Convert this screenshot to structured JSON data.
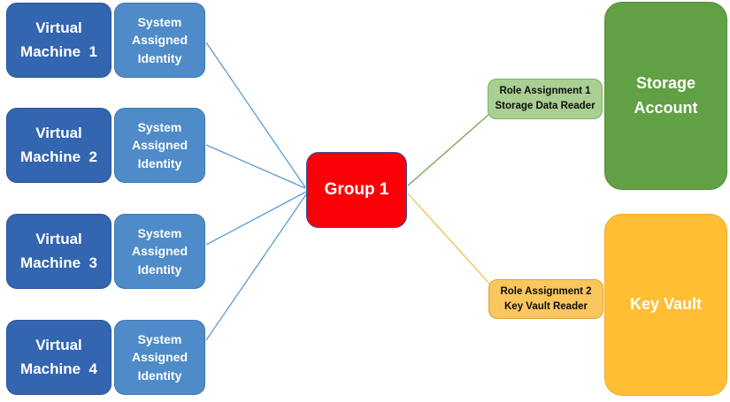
{
  "colors": {
    "vm_fill": "#3465B0",
    "vm_border": "#2A539B",
    "identity_fill": "#4E8BC8",
    "identity_border": "#3D7AB5",
    "group_fill": "#FB0006",
    "group_border": "#2F5597",
    "role1_fill": "#A9CF92",
    "role1_border": "#7FB561",
    "role2_fill": "#FAC65E",
    "role2_border": "#E0A039",
    "storage_fill": "#61A045",
    "storage_border": "#569038",
    "keyvault_fill": "#FFBE33",
    "keyvault_border": "#F0AC25",
    "line_blue": "#5B9BD5",
    "line_green": "#6AA84F",
    "line_orange": "#F2BE4B"
  },
  "nodes": {
    "vms": [
      {
        "label": "Virtual\nMachine  1",
        "identity": "System\nAssigned\nIdentity"
      },
      {
        "label": "Virtual\nMachine  2",
        "identity": "System\nAssigned\nIdentity"
      },
      {
        "label": "Virtual\nMachine  3",
        "identity": "System\nAssigned\nIdentity"
      },
      {
        "label": "Virtual\nMachine  4",
        "identity": "System\nAssigned\nIdentity"
      }
    ],
    "group": {
      "label": "Group 1"
    },
    "role_assignments": [
      {
        "label": "Role Assignment 1\nStorage Data Reader"
      },
      {
        "label": "Role Assignment 2\nKey Vault Reader"
      }
    ],
    "resources": {
      "storage": {
        "label": "Storage\nAccount"
      },
      "keyvault": {
        "label": "Key Vault"
      }
    }
  }
}
